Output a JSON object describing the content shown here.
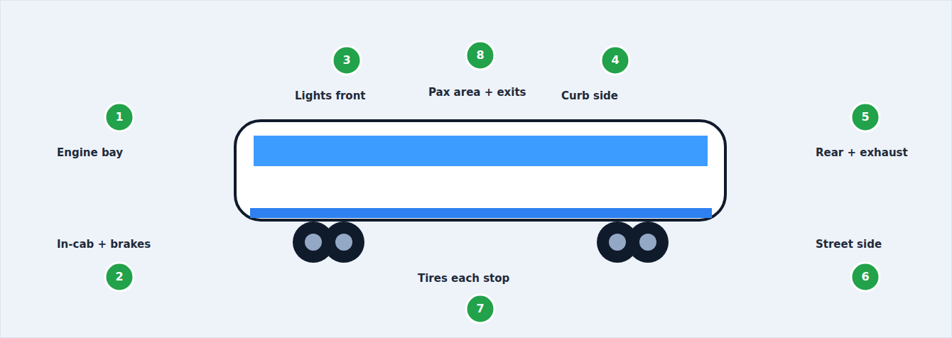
{
  "diagram": {
    "nodes": [
      {
        "text": [
          "1",
          "Engine bay"
        ]
      },
      {
        "text": [
          "2",
          "In-cab + brakes"
        ]
      },
      {
        "text": [
          "3",
          "Lights front"
        ]
      },
      {
        "text": [
          "4",
          "Curb side"
        ]
      },
      {
        "text": [
          "5",
          "Rear + exhaust"
        ]
      },
      {
        "text": [
          "6",
          "Street side"
        ]
      },
      {
        "text": [
          "7",
          "Tires each stop"
        ]
      },
      {
        "text": [
          "8",
          "Pax area + exits"
        ]
      }
    ]
  }
}
